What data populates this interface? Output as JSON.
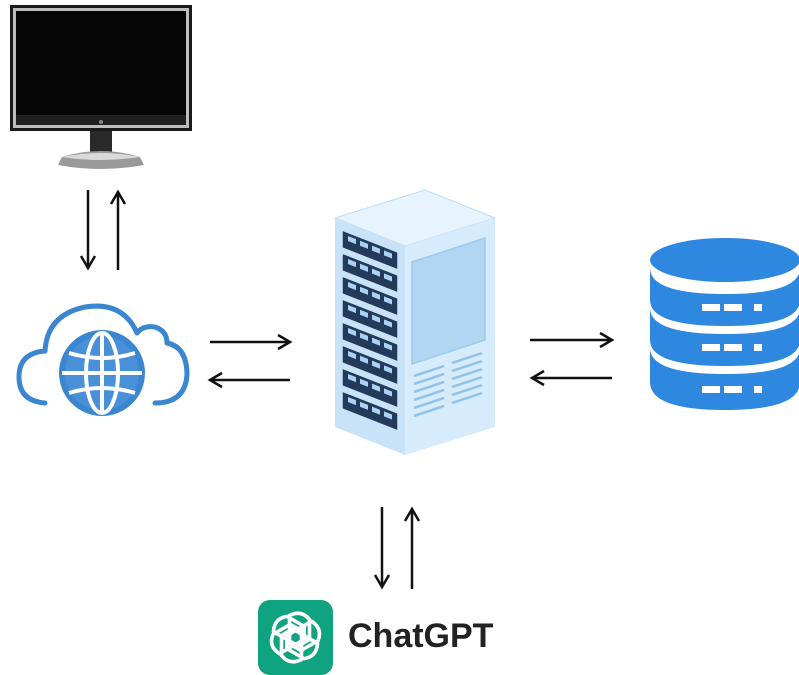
{
  "diagram": {
    "nodes": [
      {
        "id": "monitor",
        "icon": "monitor-icon"
      },
      {
        "id": "cloud-web",
        "icon": "cloud-globe-icon"
      },
      {
        "id": "server",
        "icon": "server-rack-icon"
      },
      {
        "id": "database",
        "icon": "database-icon"
      },
      {
        "id": "chatgpt",
        "icon": "openai-logo-icon",
        "label": "ChatGPT"
      }
    ],
    "edges": [
      {
        "from": "monitor",
        "to": "cloud-web",
        "bidirectional": true
      },
      {
        "from": "cloud-web",
        "to": "server",
        "bidirectional": true
      },
      {
        "from": "server",
        "to": "database",
        "bidirectional": true
      },
      {
        "from": "server",
        "to": "chatgpt",
        "bidirectional": true
      }
    ]
  },
  "colors": {
    "cloud_stroke": "#3a86d1",
    "globe_fill": "#4a90d9",
    "server_light": "#d6ebfb",
    "server_mid": "#b9dcf5",
    "database_fill": "#2f88e0",
    "chatgpt_green": "#10a37f",
    "arrow": "#111111"
  }
}
